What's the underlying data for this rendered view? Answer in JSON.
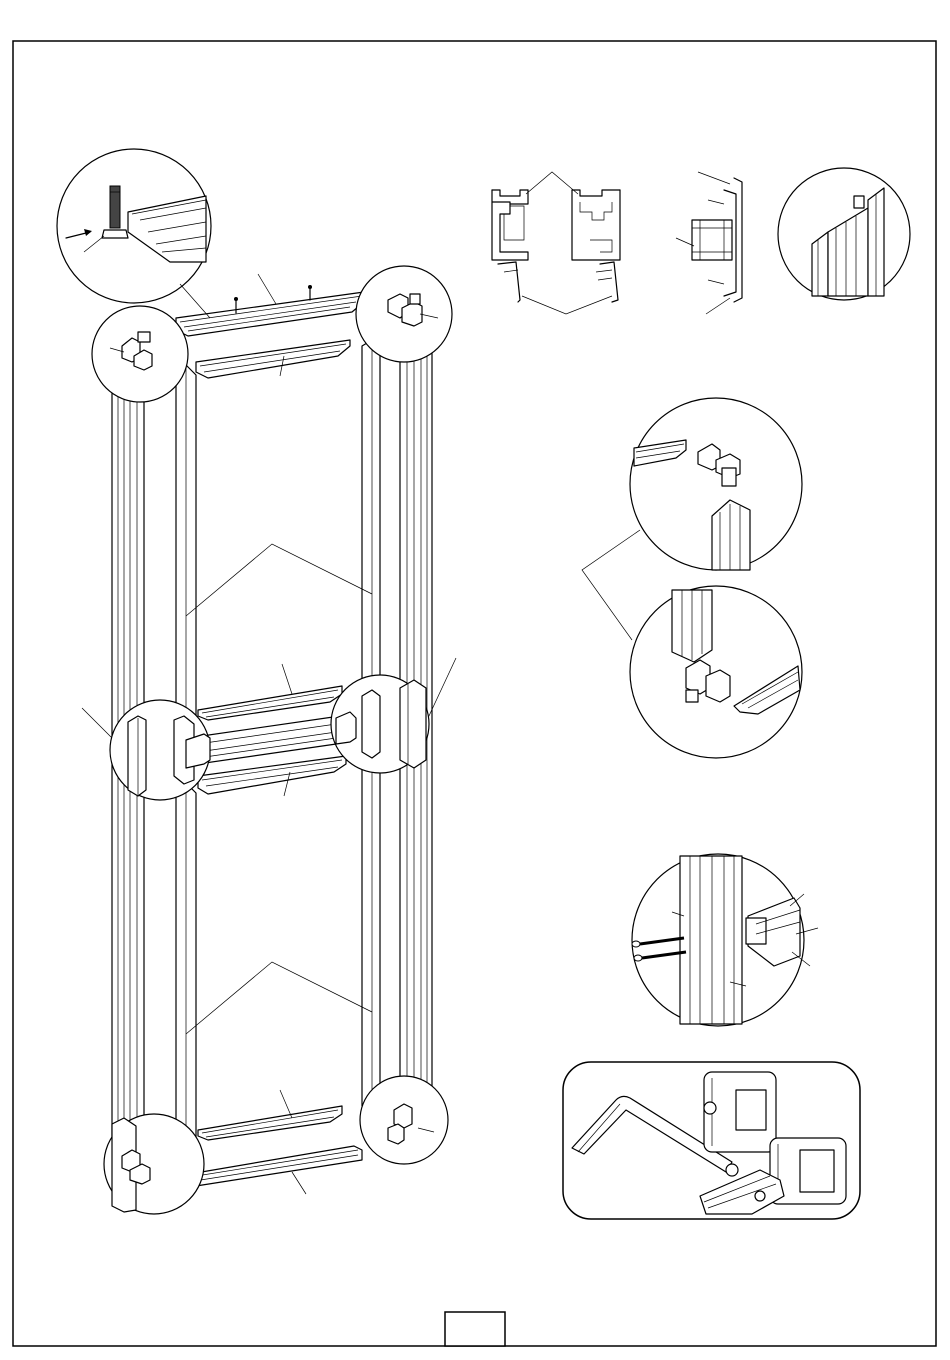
{
  "page": {
    "page_number": ""
  },
  "illustration": {
    "main_frame": {
      "icon": "door-frame-assembly-exploded"
    },
    "insets": [
      {
        "name": "bolt-detail-inset",
        "icon": "hex-bolt-in-track"
      },
      {
        "name": "corner-connector-top-left",
        "icon": "corner-bracket"
      },
      {
        "name": "corner-connector-top-right",
        "icon": "corner-bracket"
      },
      {
        "name": "middle-connector-left",
        "icon": "tee-bracket"
      },
      {
        "name": "middle-connector-right",
        "icon": "tee-bracket"
      },
      {
        "name": "corner-connector-bottom-left",
        "icon": "corner-bracket"
      },
      {
        "name": "corner-connector-bottom-right",
        "icon": "corner-bracket"
      },
      {
        "name": "profile-end-detail",
        "icon": "profile-end"
      },
      {
        "name": "bracket-insert-detail-top",
        "icon": "bracket-into-profile"
      },
      {
        "name": "bracket-insert-detail-bottom",
        "icon": "bracket-into-profile"
      },
      {
        "name": "screw-fixing-detail",
        "icon": "screws-into-profile"
      }
    ],
    "panels": [
      {
        "name": "profile-cross-section-pair",
        "icon": "cross-section"
      },
      {
        "name": "profile-cross-section-single",
        "icon": "cross-section"
      },
      {
        "name": "allen-key-bracket-panel",
        "icon": "allen-key-tightening-bracket"
      }
    ]
  }
}
